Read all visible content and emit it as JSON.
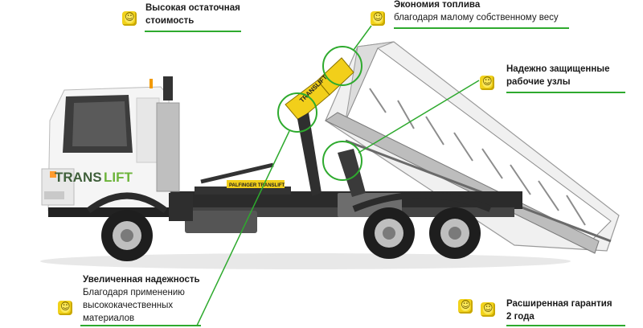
{
  "brand": {
    "logo_part1": "TRANS",
    "logo_part2": "LIFT",
    "boom_text": "TRANSLIFT",
    "arm_text": "PALFINGER TRANSLIFT"
  },
  "features": {
    "residual_value": {
      "title": "Высокая остаточная",
      "title2": "стоимость"
    },
    "fuel_economy": {
      "title": "Экономия топлива",
      "desc": "благодаря малому собственному весу"
    },
    "protected_units": {
      "title": "Надежно защищенные",
      "title2": "рабочие узлы"
    },
    "reliability": {
      "title": "Увеличенная надежность",
      "desc1": "Благодаря применению",
      "desc2": "высококачественных",
      "desc3": "материалов"
    },
    "warranty": {
      "title": "Расширенная гарантия",
      "title2": "2 года"
    }
  },
  "colors": {
    "accent_green": "#2eaa2e",
    "boom_yellow": "#f2cf1a",
    "icon_yellow": "#f1d21b",
    "cab_white": "#f5f5f5",
    "chassis_dark": "#2b2b2b"
  },
  "icons": [
    "smiley-badge-icon"
  ]
}
